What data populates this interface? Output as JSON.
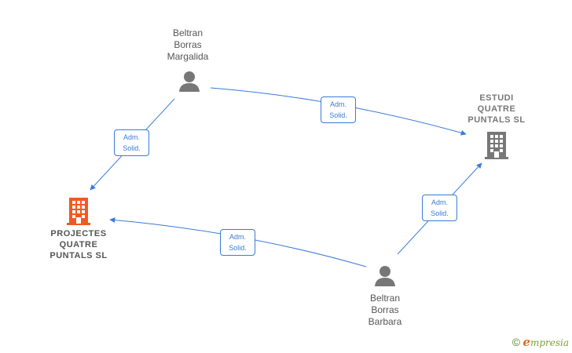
{
  "people": {
    "margalida": {
      "line1": "Beltran",
      "line2": "Borras",
      "line3": "Margalida"
    },
    "barbara": {
      "line1": "Beltran",
      "line2": "Borras",
      "line3": "Barbara"
    }
  },
  "companies": {
    "estudi": {
      "line1": "ESTUDI",
      "line2": "QUATRE",
      "line3": "PUNTALS  SL",
      "color": "#777777"
    },
    "projectes": {
      "line1": "PROJECTES",
      "line2": "QUATRE",
      "line3": "PUNTALS  SL",
      "color": "#f05a22"
    }
  },
  "edges": {
    "margalida_to_projectes": {
      "line1": "Adm.",
      "line2": "Solid."
    },
    "margalida_to_estudi": {
      "line1": "Adm.",
      "line2": "Solid."
    },
    "barbara_to_estudi": {
      "line1": "Adm.",
      "line2": "Solid."
    },
    "barbara_to_projectes": {
      "line1": "Adm.",
      "line2": "Solid."
    }
  },
  "colors": {
    "edge": "#3a7bd5",
    "person": "#777777"
  },
  "footer": {
    "copyright": "©",
    "brand_initial": "e",
    "brand_rest": "mpresia"
  }
}
